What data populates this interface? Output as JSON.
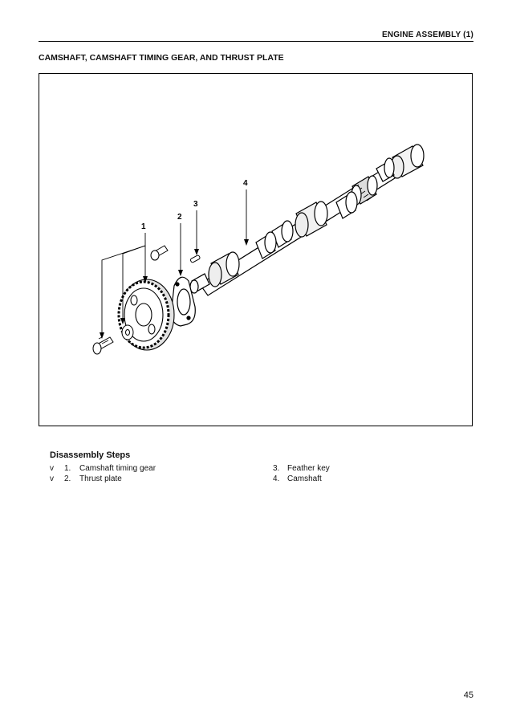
{
  "header": {
    "title": "ENGINE ASSEMBLY (1)"
  },
  "section": {
    "title": "CAMSHAFT, CAMSHAFT TIMING GEAR, AND THRUST PLATE"
  },
  "figure": {
    "callouts": [
      "1",
      "2",
      "3",
      "4"
    ]
  },
  "disassembly": {
    "title": "Disassembly Steps",
    "steps": [
      {
        "mark": "v",
        "number": "1.",
        "label": "Camshaft timing gear"
      },
      {
        "mark": "v",
        "number": "2.",
        "label": "Thrust plate"
      },
      {
        "mark": "",
        "number": "3.",
        "label": "Feather key"
      },
      {
        "mark": "",
        "number": "4.",
        "label": "Camshaft"
      }
    ]
  },
  "footer": {
    "page_number": "45"
  }
}
